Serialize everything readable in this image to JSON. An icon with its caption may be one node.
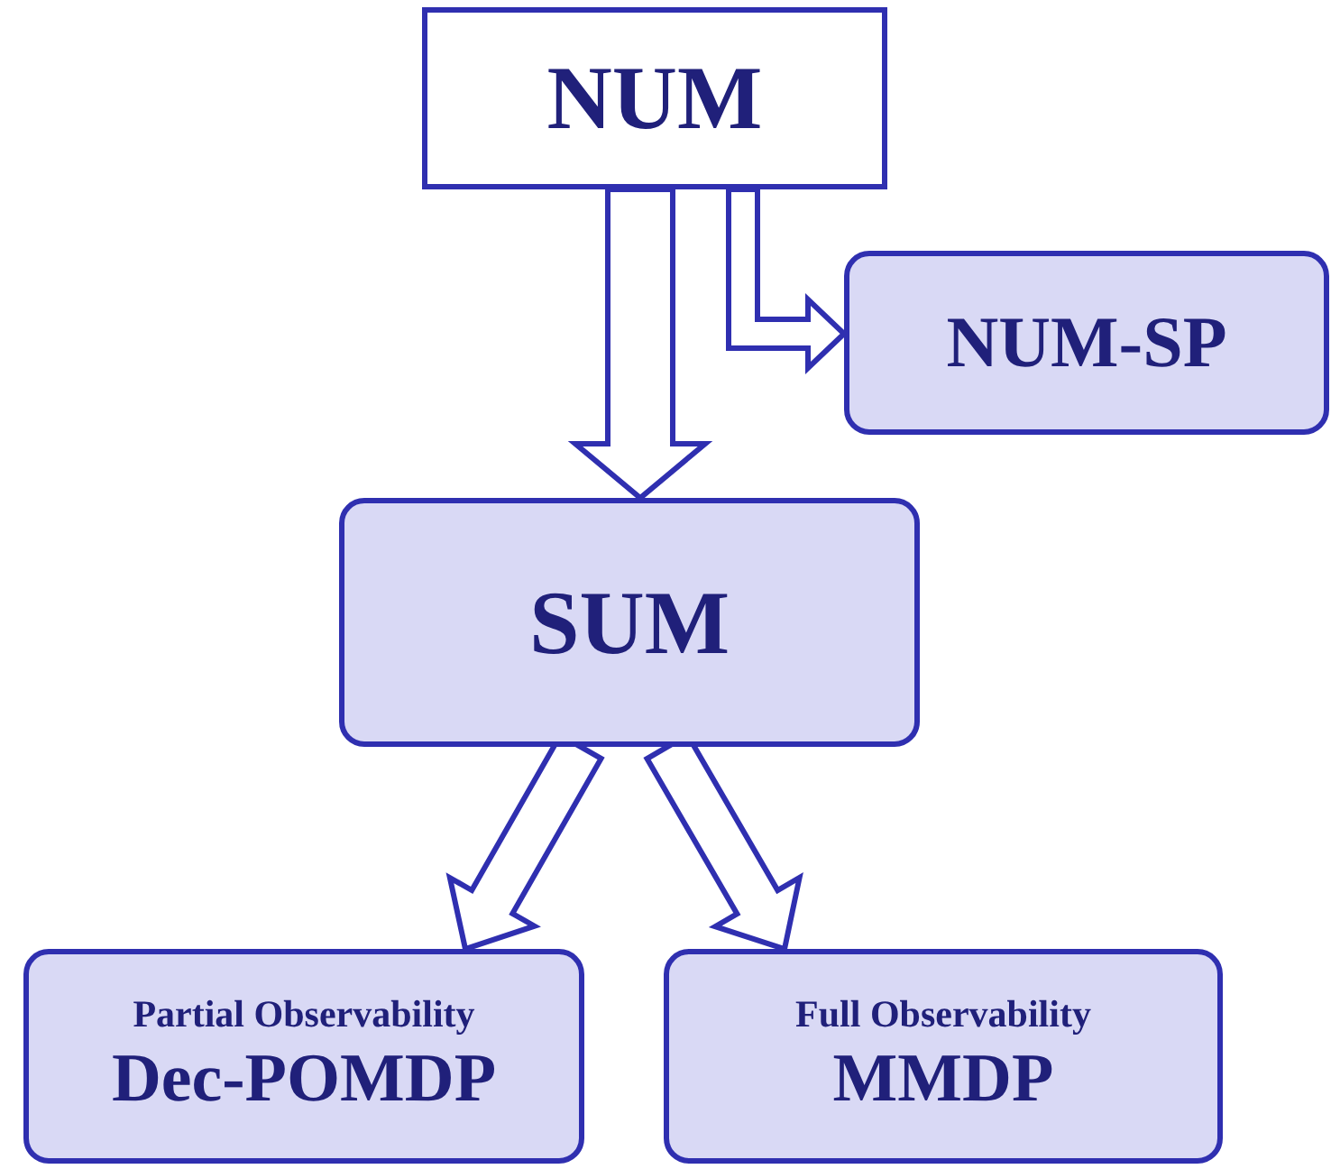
{
  "diagram": {
    "nodes": [
      {
        "text": [
          "NUM"
        ]
      },
      {
        "text": [
          "NUM-SP"
        ]
      },
      {
        "text": [
          "SUM"
        ]
      },
      {
        "text": [
          "Partial Observability",
          "Dec-POMDP"
        ]
      },
      {
        "text": [
          "Full Observability",
          "MMDP"
        ]
      }
    ],
    "edges": [
      {
        "from": 0,
        "to": 2,
        "arrow": "to"
      },
      {
        "from": 0,
        "to": 1,
        "arrow": "to"
      },
      {
        "from": 2,
        "to": 3,
        "arrow": "to"
      },
      {
        "from": 2,
        "to": 4,
        "arrow": "to"
      }
    ]
  }
}
